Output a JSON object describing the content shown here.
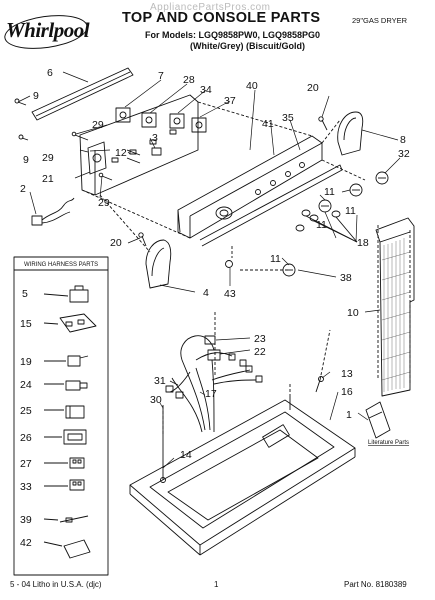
{
  "header": {
    "brand": "Whirlpool",
    "title": "TOP AND CONSOLE PARTS",
    "models": "For Models: LGQ9858PW0, LGQ9858PG0",
    "colors": "(White/Grey)   (Biscuit/Gold)",
    "dryer_type": "29\"GAS DRYER",
    "watermark": "AppliancePartsPros.com"
  },
  "harness_box": {
    "title": "WIRING HARNESS PARTS",
    "items": [
      "5",
      "15",
      "19",
      "24",
      "25",
      "26",
      "27",
      "33",
      "39",
      "42"
    ]
  },
  "callouts": {
    "c6": "6",
    "c7": "7",
    "c28": "28",
    "c34": "34",
    "c37": "37",
    "c40": "40",
    "c20a": "20",
    "c9a": "9",
    "c9b": "9",
    "c29a": "29",
    "c29b": "29",
    "c29c": "29",
    "c3": "3",
    "c12": "12",
    "c41": "41",
    "c35": "35",
    "c8": "8",
    "c32": "32",
    "c21": "21",
    "c2": "2",
    "c11a": "11",
    "c11b": "11",
    "c11c": "11",
    "c11d": "11",
    "c18": "18",
    "c20b": "20",
    "c4": "4",
    "c43": "43",
    "c38": "38",
    "c10": "10",
    "c23": "23",
    "c22": "22",
    "c31": "31",
    "c17": "17",
    "c13": "13",
    "c16": "16",
    "c30": "30",
    "c1": "1",
    "c14": "14"
  },
  "literature_label": "Literature Parts",
  "footer": {
    "left": "5 - 04 Litho in U.S.A. (djc)",
    "center": "1",
    "right": "Part No. 8180389"
  }
}
